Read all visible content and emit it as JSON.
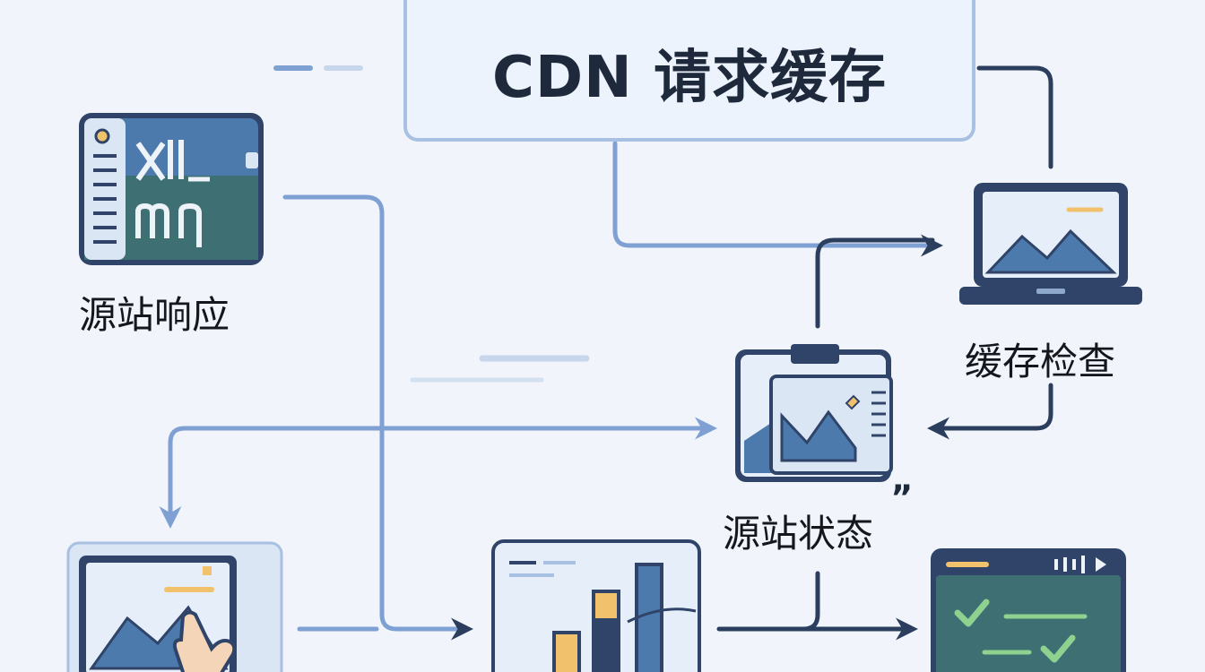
{
  "title": "CDN 请求缓存",
  "nodes": {
    "origin_response": {
      "label": "源站响应",
      "icon": "server-code-icon"
    },
    "cache_check": {
      "label": "缓存检查",
      "icon": "laptop-image-icon"
    },
    "origin_status": {
      "label": "源站状态",
      "icon": "clipboard-chart-icon"
    },
    "client_request": {
      "icon": "tablet-touch-icon"
    },
    "analytics": {
      "icon": "bar-chart-icon"
    },
    "delivery": {
      "icon": "checklist-screen-icon"
    }
  },
  "decor": {
    "stray_mark": "„"
  },
  "colors": {
    "background": "#f1f5fb",
    "title_border": "#a8c0e2",
    "light_blue_arrow": "#7ea0d3",
    "dark_navy_arrow": "#2b3e5e",
    "teal_panel": "#3d6f73",
    "accent_orange": "#f2c16c"
  }
}
